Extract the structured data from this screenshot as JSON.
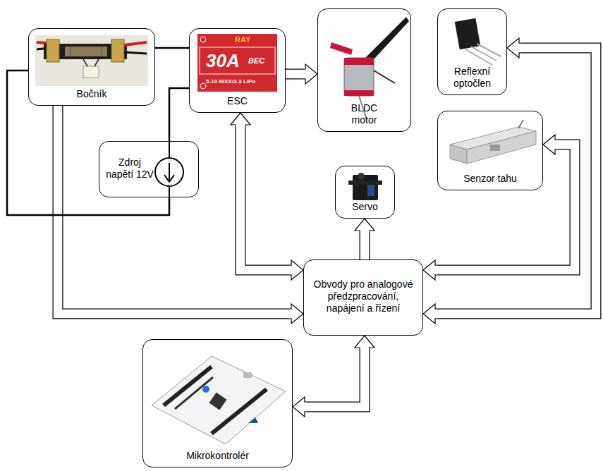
{
  "diagram": {
    "nodes": [
      {
        "text": [
          "Bočník"
        ]
      },
      {
        "text": [
          "ESC"
        ]
      },
      {
        "text": [
          "BLDC motor"
        ]
      },
      {
        "text": [
          "Reflexní optočlen"
        ]
      },
      {
        "text": [
          "Senzor tahu"
        ]
      },
      {
        "text": [
          "Zdroj napětí 12V"
        ]
      },
      {
        "text": [
          "Servo"
        ]
      },
      {
        "text": [
          "Obvody pro analogové předzpracování, napájení a řízení"
        ]
      },
      {
        "text": [
          "Mikrokontrolér"
        ]
      }
    ],
    "edges": [
      {
        "from": 1,
        "to": 2,
        "arrow": "to"
      },
      {
        "from": 1,
        "to": 7,
        "arrow": "both"
      },
      {
        "from": 7,
        "to": 6,
        "arrow": "to"
      },
      {
        "from": 8,
        "to": 7,
        "arrow": "both"
      },
      {
        "from": 0,
        "to": 7,
        "arrow": "to"
      },
      {
        "from": 7,
        "to": 4,
        "arrow": "both"
      },
      {
        "from": 7,
        "to": 3,
        "arrow": "both"
      },
      {
        "from": 0,
        "to": 1,
        "arrow": "none"
      },
      {
        "from": 1,
        "to": 5,
        "arrow": "none"
      },
      {
        "from": 5,
        "to": 0,
        "arrow": "none"
      }
    ],
    "labels": [
      "RAY",
      "30A",
      "BEC",
      "5-10 NiXX/2-3 LiPo"
    ]
  }
}
